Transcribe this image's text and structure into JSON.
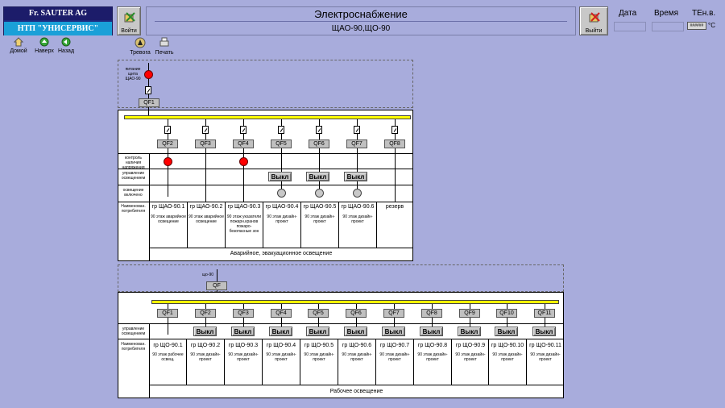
{
  "header": {
    "logo_line1": "Fr. SAUTER AG",
    "logo_line2": "НТП \"УНИСЕРВИС\"",
    "login_label": "Войти",
    "logout_label": "Выйти",
    "title": "Электроснабжение",
    "subtitle": "ЩАО-90,ЩО-90",
    "date_label": "Дата",
    "time_label": "Время",
    "temp_label": "ТЕн.в.",
    "temp_unit": "°С",
    "temp_value": "######"
  },
  "nav": {
    "home": "Домой",
    "up": "Наверх",
    "back": "Назад",
    "alarm": "Тревога",
    "print": "Печать"
  },
  "panel1": {
    "supply_label": "питание щита ЩАО-90",
    "main_breaker": "QF1",
    "breakers": [
      "QF2",
      "QF3",
      "QF4",
      "QF5",
      "QF6",
      "QF7",
      "QF8"
    ],
    "row_voltage": "контроль наличия напряжения",
    "row_control": "управление освещением",
    "row_lighting": "освещение включено",
    "row_consumer": "Наименован. потребителя",
    "off_label": "Выкл",
    "consumers": [
      {
        "name": "гр ЩАО-90.1",
        "desc": "90 этаж аварийное освещение"
      },
      {
        "name": "гр ЩАО-90.2",
        "desc": "90 этаж аварийное освещение"
      },
      {
        "name": "гр ЩАО-90.3",
        "desc": "90 этаж указатели пожарн.кранов пожаро-безопасные зон"
      },
      {
        "name": "гр ЩАО-90.4",
        "desc": "90 этаж дизайн-проект"
      },
      {
        "name": "гр ЩАО-90.5",
        "desc": "90 этаж дизайн-проект"
      },
      {
        "name": "гр ЩАО-90.6",
        "desc": "90 этаж дизайн-проект"
      },
      {
        "name": "резерв",
        "desc": ""
      }
    ],
    "caption": "Аварийное, эвакуационное освещение"
  },
  "panel2": {
    "supply_label": "що-90",
    "main_breaker": "QF",
    "breakers": [
      "QF1",
      "QF2",
      "QF3",
      "QF4",
      "QF5",
      "QF6",
      "QF7",
      "QF8",
      "QF9",
      "QF10",
      "QF11"
    ],
    "row_control": "управление освещением",
    "row_consumer": "Наименован. потребителя",
    "off_label": "Выкл",
    "consumers": [
      {
        "name": "гр ЩО-90.1",
        "desc": "90 этаж рабочее освещ."
      },
      {
        "name": "гр ЩО-90.2",
        "desc": "90 этаж дизайн-проект"
      },
      {
        "name": "гр ЩО-90.3",
        "desc": "90 этаж дизайн-проект"
      },
      {
        "name": "гр ЩО-90.4",
        "desc": "90 этаж дизайн-проект"
      },
      {
        "name": "гр ЩО-90.5",
        "desc": "90 этаж дизайн-проект"
      },
      {
        "name": "гр ЩО-90.6",
        "desc": "90 этаж дизайн-проект"
      },
      {
        "name": "гр ЩО-90.7",
        "desc": "90 этаж дизайн-проект"
      },
      {
        "name": "гр ЩО-90.8",
        "desc": "90 этаж дизайн-проект"
      },
      {
        "name": "гр ЩО-90.9",
        "desc": "90 этаж дизайн-проект"
      },
      {
        "name": "гр ЩО-90.10",
        "desc": "90 этаж дизайн-проект"
      },
      {
        "name": "гр ЩО-90.11",
        "desc": "90 этаж дизайн-проект"
      }
    ],
    "caption": "Рабочее освещение"
  },
  "colors": {
    "alarm": "#ff0000",
    "idle": "#c8c8c8",
    "bus": "#ffff00",
    "background": "#a8acdc"
  }
}
